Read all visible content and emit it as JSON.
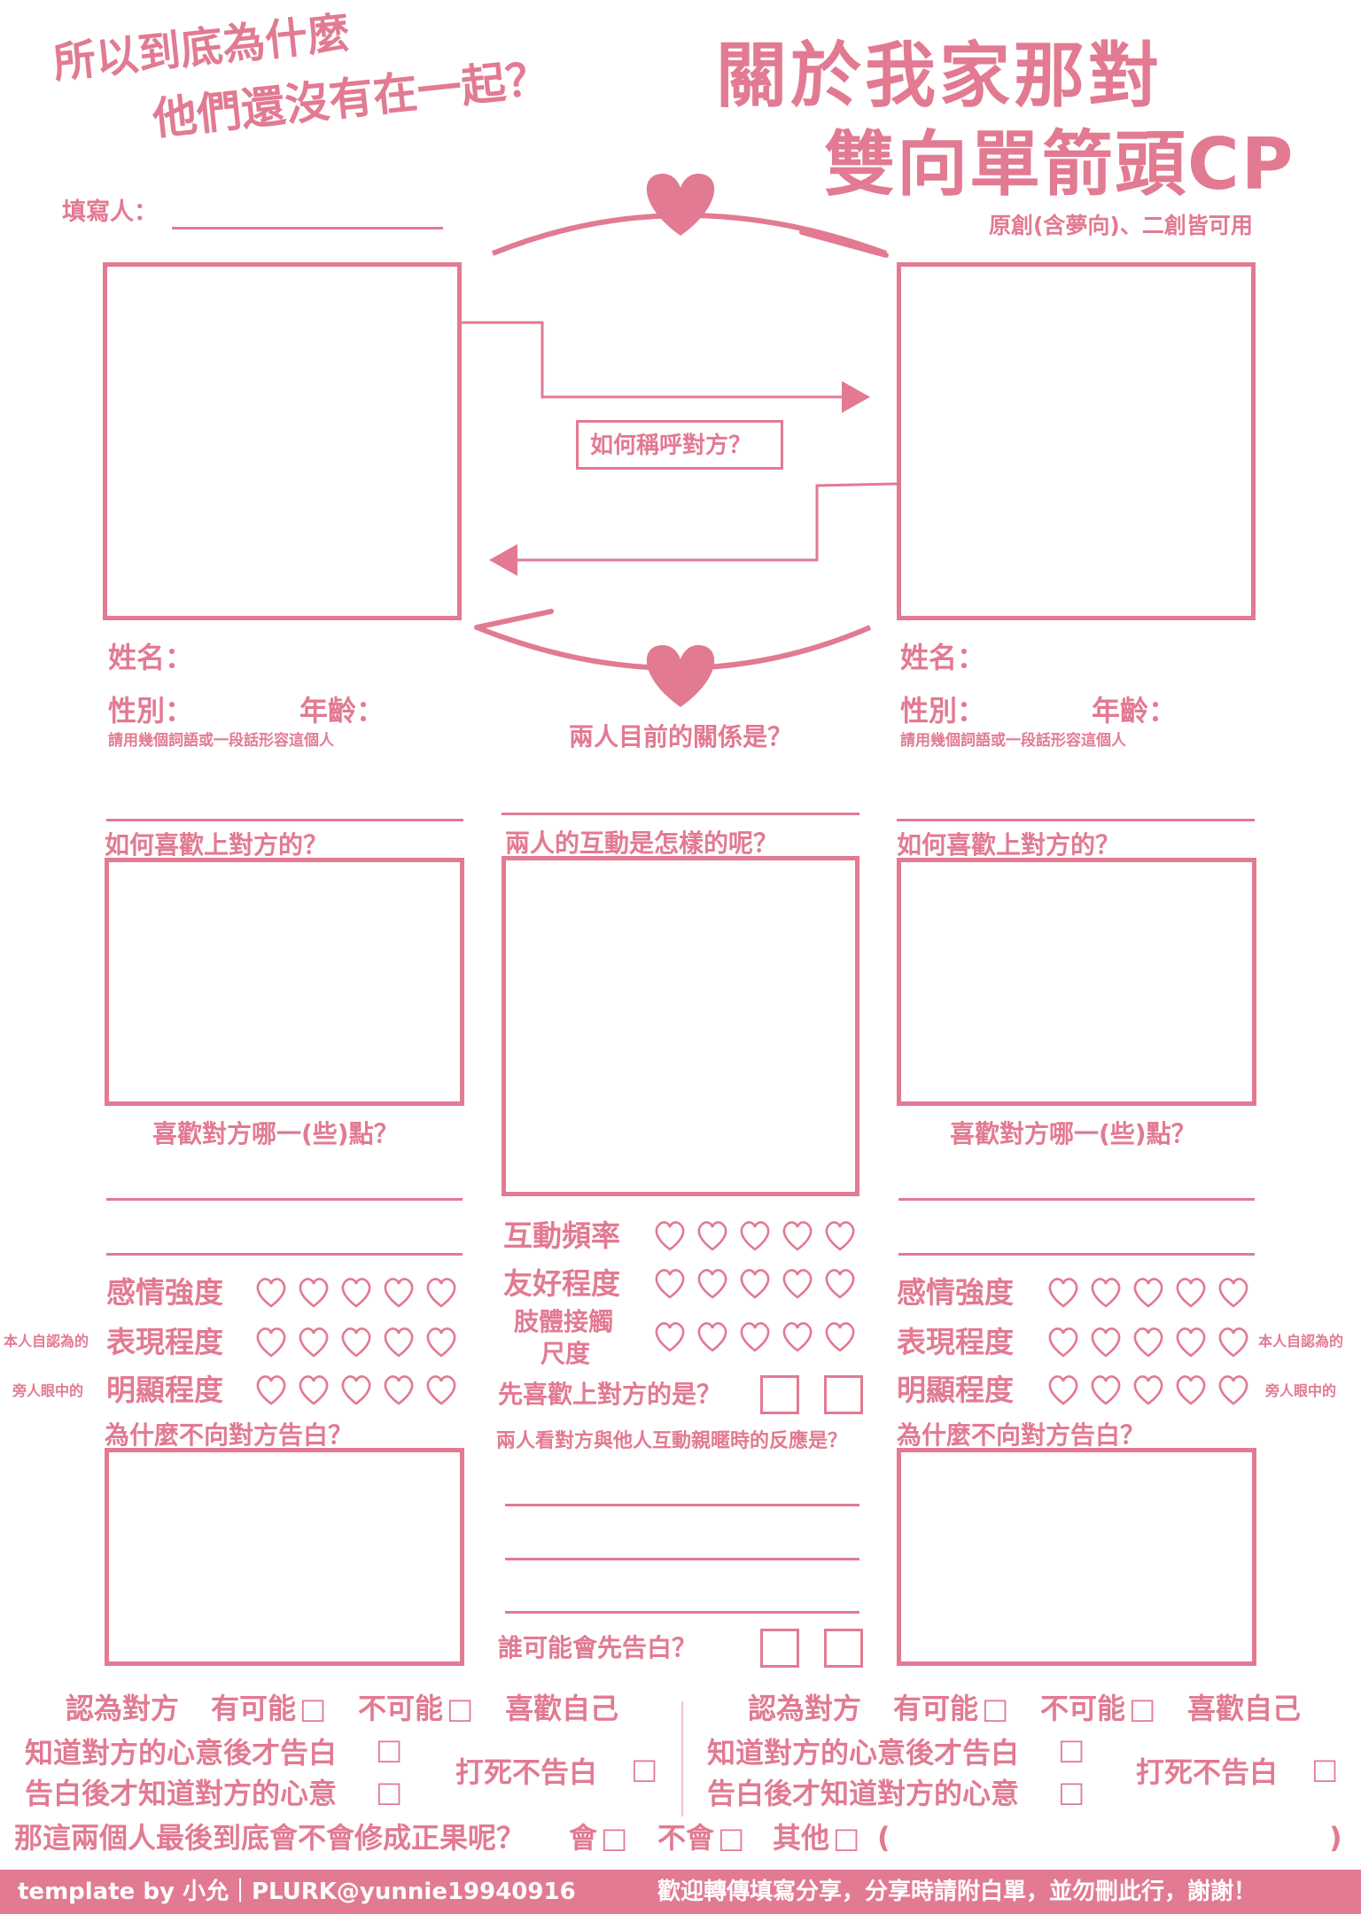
{
  "header": {
    "slogan_line1": "所以到底為什麼",
    "slogan_line2": "他們還沒有在一起？",
    "title_line1": "關於我家那對",
    "title_line2": "雙向單箭頭CP",
    "subtitle": "原創(含夢向)、二創皆可用",
    "filler_label": "填寫人："
  },
  "center": {
    "how_call_label": "如何稱呼對方？",
    "relationship_label": "兩人目前的關係是？",
    "interaction_label": "兩人的互動是怎樣的呢？",
    "interaction_freq": "互動頻率",
    "friendliness": "友好程度",
    "contact_line1": "肢體接觸",
    "contact_line2": "尺度",
    "first_like": "先喜歡上對方的是？",
    "jealousy_label": "兩人看對方與他人互動親暱時的反應是？",
    "first_confess": "誰可能會先告白？"
  },
  "profile": {
    "name_label": "姓名：",
    "gender_label": "性別：",
    "age_label": "年齡：",
    "describe_hint": "請用幾個詞語或一段話形容這個人",
    "how_like_label": "如何喜歡上對方的？",
    "like_points_label": "喜歡對方哪一(些)點？",
    "emotion_strength": "感情強度",
    "expression_degree": "表現程度",
    "obviousness": "明顯程度",
    "self_view": "本人自認為的",
    "others_view": "旁人眼中的",
    "why_not_confess": "為什麼不向對方告白？"
  },
  "bottom": {
    "think_other": "認為對方",
    "possible": "有可能",
    "impossible": "不可能",
    "likes_self": "喜歡自己",
    "confess_after_know": "知道對方的心意後才告白",
    "know_after_confess": "告白後才知道對方的心意",
    "never_confess": "打死不告白",
    "final_question": "那這兩個人最後到底會不會修成正果呢？",
    "yes": "會",
    "no": "不會",
    "other": "其他",
    "paren_open": "(",
    "paren_close": ")",
    "checkbox_glyph": "□"
  },
  "footer": {
    "credit": "template by 小允｜PLURK@yunnie19940916",
    "notice": "歡迎轉傳填寫分享，分享時請附白單，並勿刪此行，謝謝！"
  },
  "colors": {
    "accent": "#e27a92",
    "background": "#ffffff"
  }
}
